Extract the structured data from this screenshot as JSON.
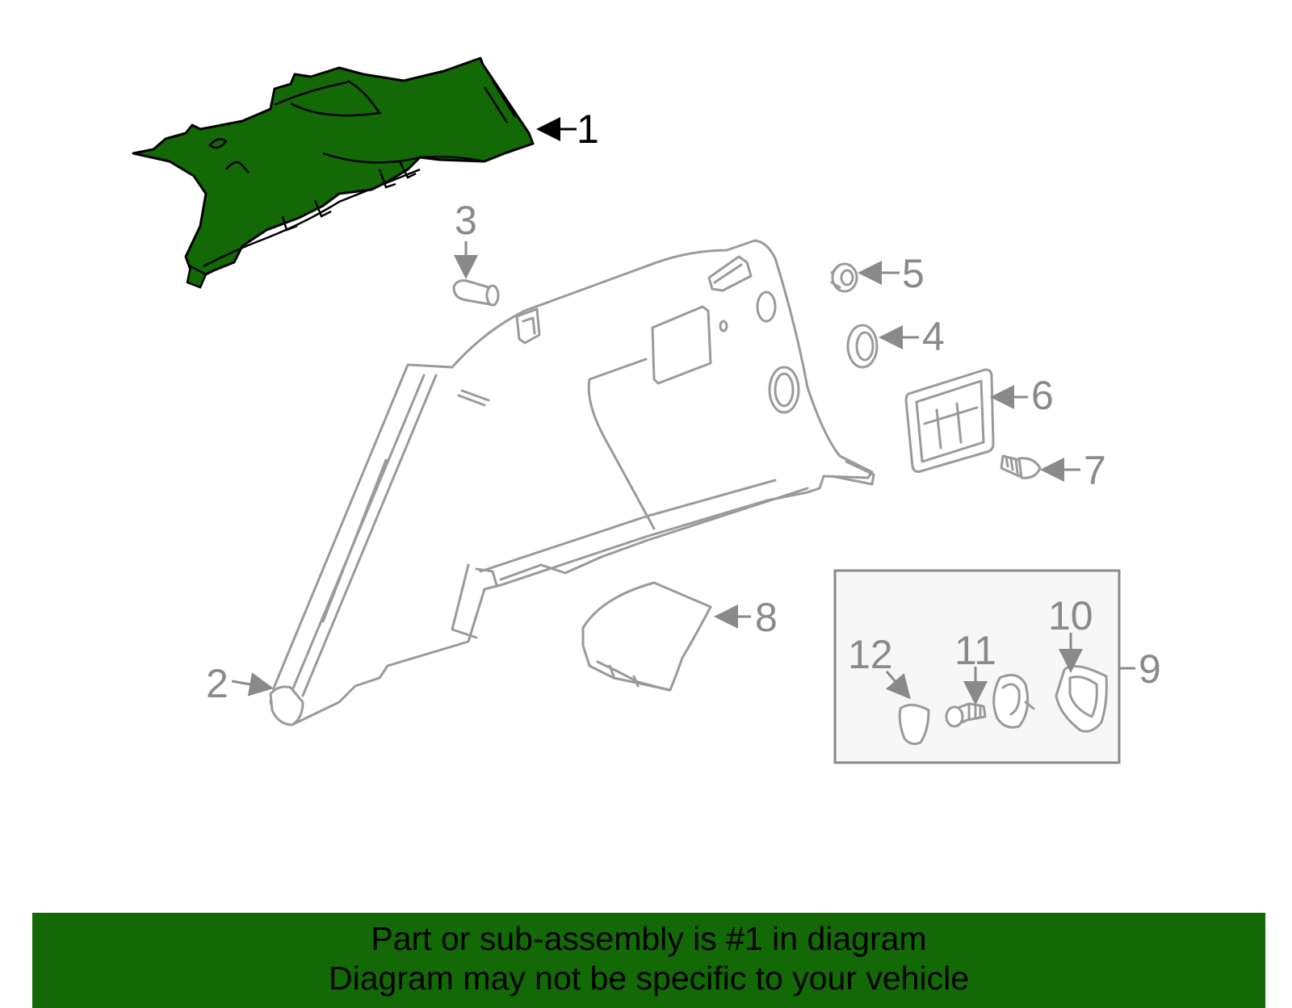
{
  "colors": {
    "highlight": "#136905",
    "part_stroke": "#9a9a9a",
    "callout_grey": "#8a8a8a",
    "banner_bg": "#136905"
  },
  "callouts": {
    "c1": "1",
    "c2": "2",
    "c3": "3",
    "c4": "4",
    "c5": "5",
    "c6": "6",
    "c7": "7",
    "c8": "8",
    "c9": "9",
    "c10": "10",
    "c11": "11",
    "c12": "12"
  },
  "banner": {
    "line1": "Part or sub-assembly is #1 in diagram",
    "line2": "Diagram may not be specific to your vehicle"
  }
}
